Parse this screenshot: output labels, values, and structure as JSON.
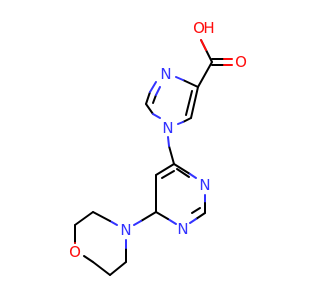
{
  "diagram": {
    "type": "chemical-structure",
    "colors": {
      "bond": "#000000",
      "nitrogen": "#3333ff",
      "oxygen": "#ff0d0d",
      "background": "#ffffff"
    },
    "atom_labels": {
      "hydroxyl_o": "O",
      "hydroxyl_h": "H",
      "carbonyl_o": "O",
      "imidazole_n3": "N",
      "imidazole_n1": "N",
      "pyrimidine_n3": "N",
      "pyrimidine_n1": "N",
      "morpholine_n": "N",
      "morpholine_o": "O"
    }
  }
}
